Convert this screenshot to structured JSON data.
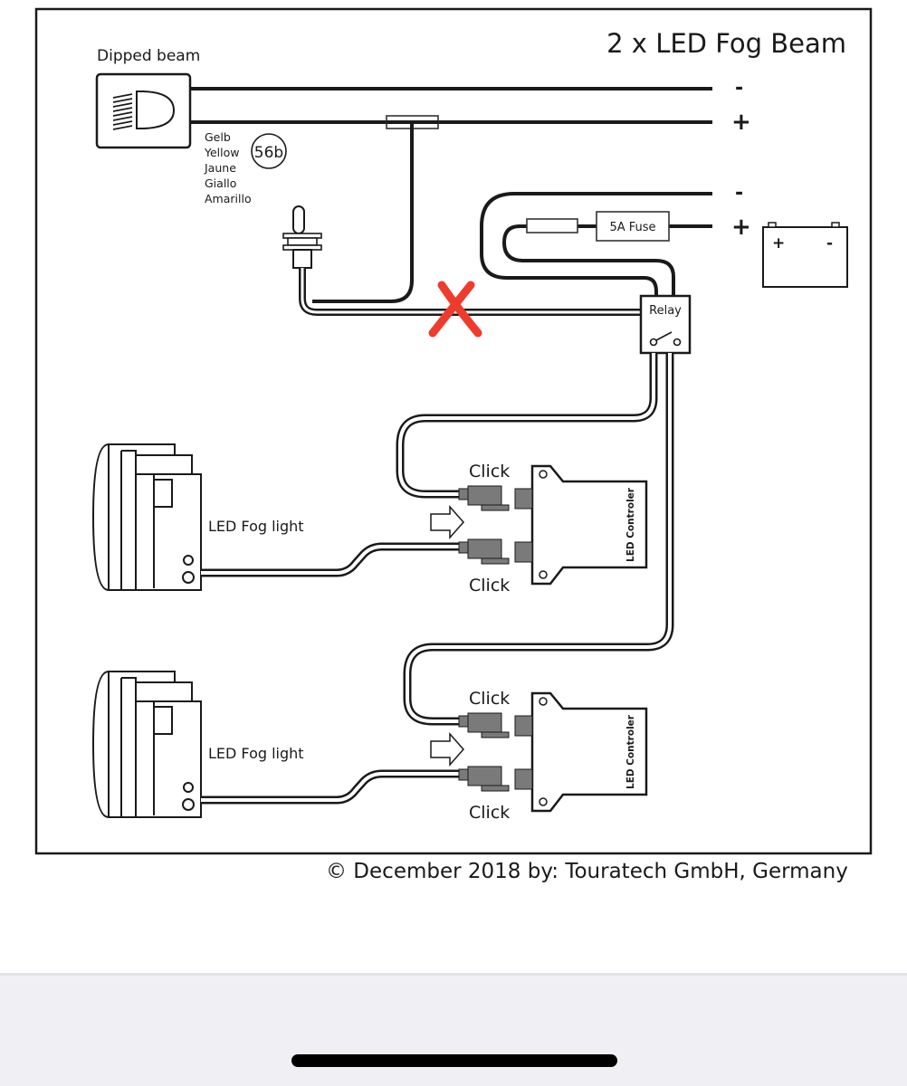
{
  "diagram": {
    "title": "2 x LED Fog Beam",
    "dipped_beam": {
      "label": "Dipped beam",
      "wire_color_labels": [
        "Gelb",
        "Yellow",
        "Jaune",
        "Giallo",
        "Amarillo"
      ],
      "terminal": "56b"
    },
    "polarity": {
      "top_minus": "-",
      "top_plus": "+",
      "battery_minus": "-",
      "battery_plus": "+"
    },
    "battery": {
      "plus": "+",
      "minus": "-"
    },
    "fuse": {
      "label": "5A Fuse"
    },
    "relay": {
      "label": "Relay"
    },
    "removed_connection_mark": {
      "symbol": "X",
      "color": "#ef3b2e"
    },
    "fog_lights": [
      {
        "label": "LED Fog light"
      },
      {
        "label": "LED Fog light"
      }
    ],
    "controllers": [
      {
        "label": "LED Controler",
        "click_top": "Click",
        "click_bottom": "Click"
      },
      {
        "label": "LED Controler",
        "click_top": "Click",
        "click_bottom": "Click"
      }
    ],
    "connector_color": "#7a7a7a",
    "line_color": "#1a1a1a"
  },
  "footer": {
    "copyright": "© December 2018 by: Touratech GmbH, Germany"
  }
}
